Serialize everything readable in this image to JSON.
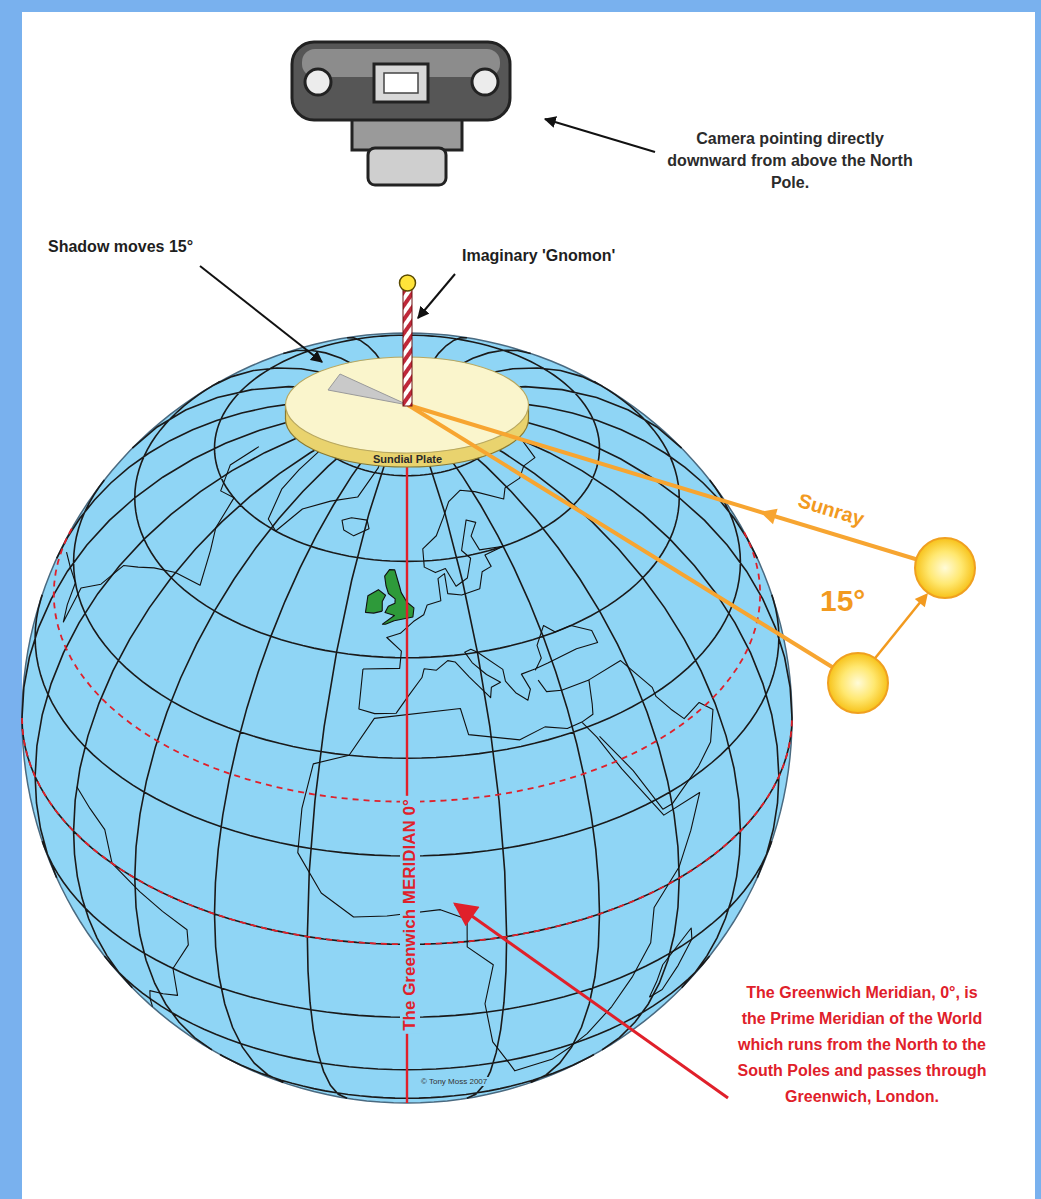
{
  "diagram": {
    "nodes": [
      {
        "text": [
          "Sundial Plate"
        ]
      }
    ],
    "labels": [
      "Camera pointing directly downward from above the North Pole.",
      "Shadow moves 15°",
      "Imaginary 'Gnomon'",
      "Sunray",
      "15°",
      "The Greenwich MERIDIAN 0°",
      "The Greenwich Meridian, 0°, is the Prime Meridian of the World which runs from the North to the South Poles and passes through Greenwich, London.",
      "© Tony Moss 2007"
    ]
  }
}
